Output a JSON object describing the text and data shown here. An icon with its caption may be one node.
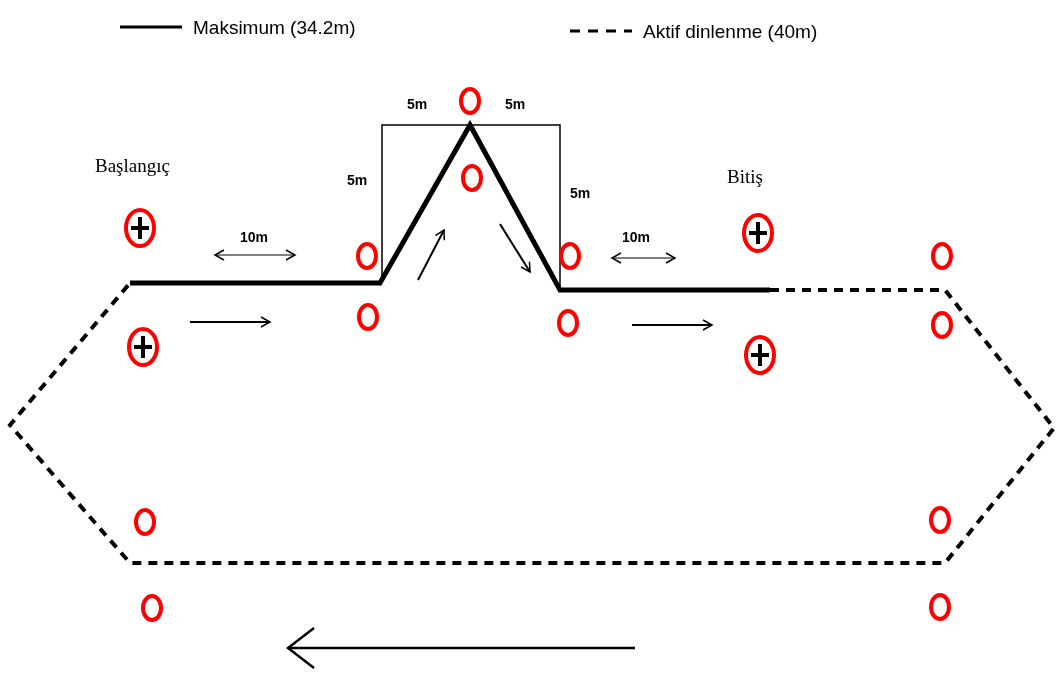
{
  "diagram": {
    "labels": [
      "5m",
      "5m",
      "Başlangıç",
      "5m",
      "Bitiş",
      "5m",
      "10m",
      "10m"
    ],
    "legend": [
      {
        "text": "Maksimum (34.2m)"
      },
      {
        "text": "Aktif dinlenme (40m)"
      }
    ]
  }
}
